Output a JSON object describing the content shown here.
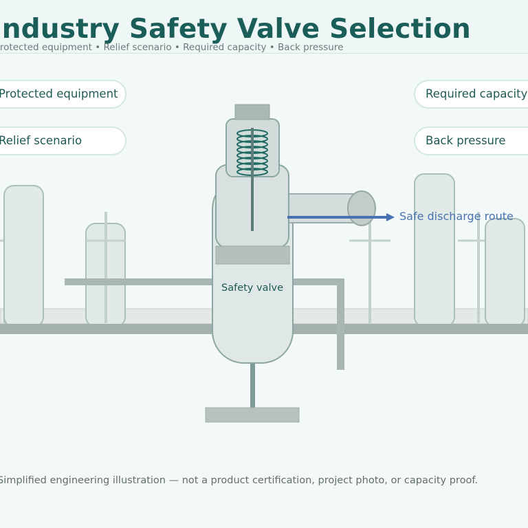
{
  "header": {
    "title": "Industry Safety Valve Selection",
    "subtitle": "Protected equipment • Relief scenario • Required capacity • Back pressure"
  },
  "labels": {
    "protected_equipment": "Protected equipment",
    "relief_scenario": "Relief scenario",
    "required_capacity": "Required capacity",
    "back_pressure": "Back pressure",
    "valve": "Safety valve",
    "discharge": "Safe discharge route"
  },
  "footer": {
    "note": "Simplified engineering illustration — not a product certification, project photo, or capacity proof."
  },
  "colors": {
    "title": "#1b5e59",
    "accent_teal": "#1e5953",
    "discharge_arrow": "#4a72b0",
    "vessel_fill": "#e4ecea",
    "pipe": "#a4b3b0"
  }
}
